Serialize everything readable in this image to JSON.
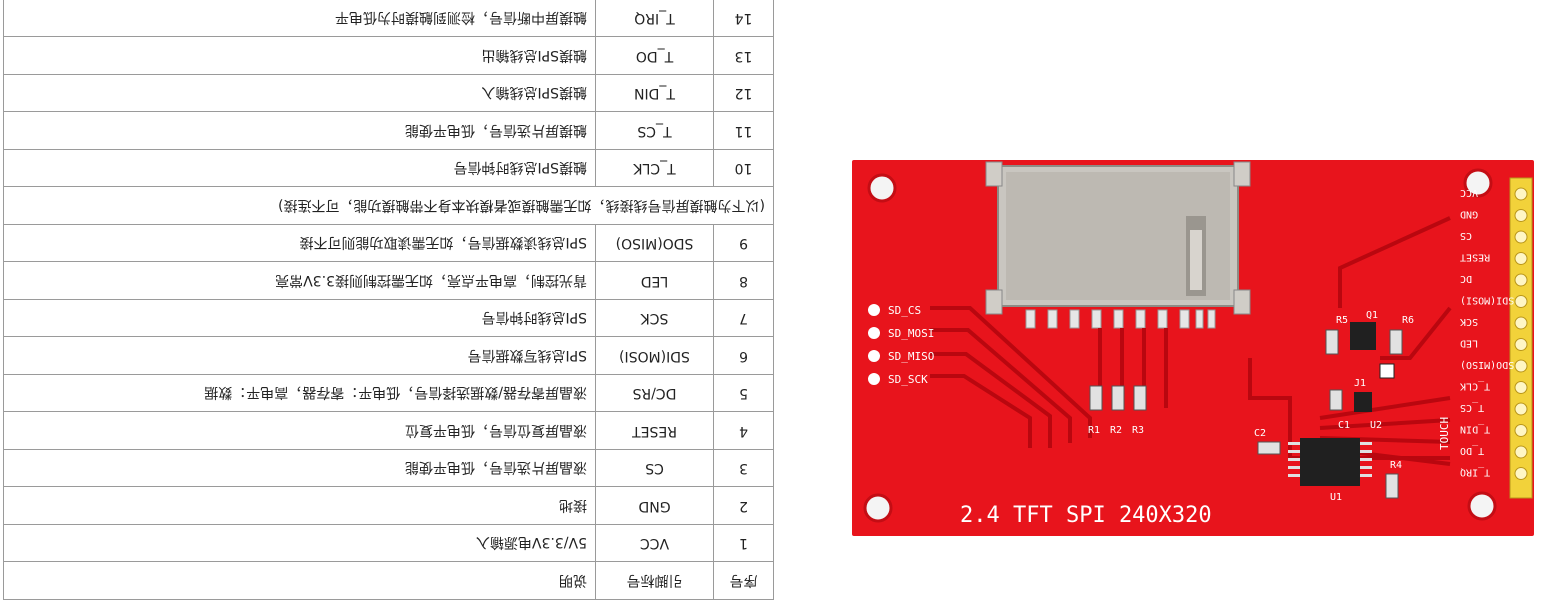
{
  "table": {
    "headers": {
      "index": "序号",
      "pin": "引脚标号",
      "desc": "说明"
    },
    "rows": [
      {
        "index": "1",
        "pin": "VCC",
        "desc": "5V/3.3V电源输入"
      },
      {
        "index": "2",
        "pin": "GND",
        "desc": "接地"
      },
      {
        "index": "3",
        "pin": "CS",
        "desc": "液晶屏片选信号，低电平使能"
      },
      {
        "index": "4",
        "pin": "RESET",
        "desc": "液晶屏复位信号，低电平复位"
      },
      {
        "index": "5",
        "pin": "DC/RS",
        "desc": "液晶屏寄存器/数据选择信号，低电平：寄存器，高电平：数据"
      },
      {
        "index": "6",
        "pin": "SDI(MOSI)",
        "desc": "SPI总线写数据信号"
      },
      {
        "index": "7",
        "pin": "SCK",
        "desc": "SPI总线时钟信号"
      },
      {
        "index": "8",
        "pin": "LED",
        "desc": "背光控制，高电平点亮，如无需控制则接3.3V常亮"
      },
      {
        "index": "9",
        "pin": "SDO(MISO)",
        "desc": "SPI总线读数据信号，如无需读取功能则可不接"
      }
    ],
    "touch_note": "(以下为触摸屏信号线接线，如无需触摸或者模块本身不带触摸功能，可不连接)",
    "touch_rows": [
      {
        "index": "10",
        "pin": "T_CLK",
        "desc": "触摸SPI总线时钟信号"
      },
      {
        "index": "11",
        "pin": "T_CS",
        "desc": "触摸屏片选信号，低电平使能"
      },
      {
        "index": "12",
        "pin": "T_DIN",
        "desc": "触摸SPI总线输入"
      },
      {
        "index": "13",
        "pin": "T_DO",
        "desc": "触摸SPI总线输出"
      },
      {
        "index": "14",
        "pin": "T_IRQ",
        "desc": "触摸屏中断信号，检测到触摸时为低电平"
      }
    ]
  },
  "board": {
    "title": "2.4 TFT SPI 240X320",
    "sd_labels": [
      "SD_CS",
      "SD_MOSI",
      "SD_MISO",
      "SD_SCK"
    ],
    "header_pins": [
      "VCC",
      "GND",
      "CS",
      "RESET",
      "DC",
      "SDI(MOSI)",
      "SCK",
      "LED",
      "SDO(MISO)",
      "T_CLK",
      "T_CS",
      "T_DIN",
      "T_DO",
      "T_IRQ"
    ],
    "touch_label": "TOUCH",
    "components": [
      "R1",
      "R2",
      "R3",
      "R4",
      "R5",
      "R6",
      "C1",
      "C2",
      "Q1",
      "J1",
      "U1",
      "U2"
    ],
    "colors": {
      "pcb": "#e8141c",
      "silk": "#ffffff",
      "sd_slot": "#c9c6c0",
      "header": "#f2d23a"
    }
  }
}
